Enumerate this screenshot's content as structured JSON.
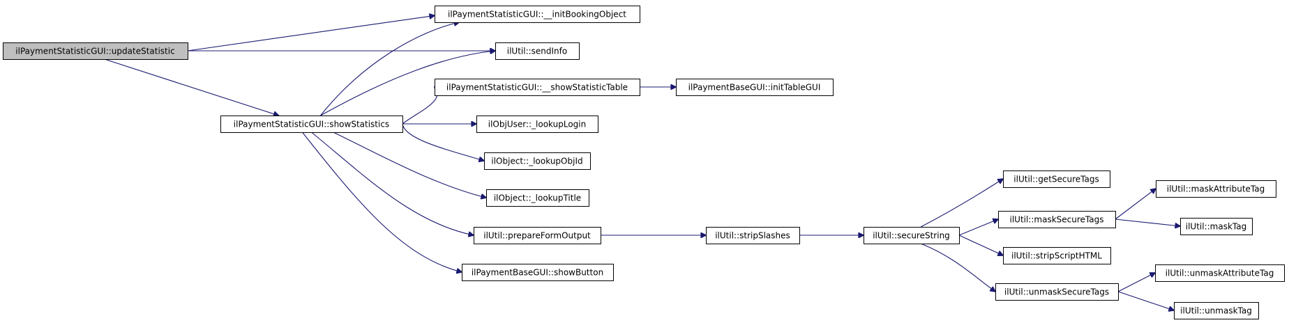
{
  "diagram": {
    "type": "call-graph",
    "colors": {
      "edge": "#191970",
      "root_fill": "#bfbfbf",
      "node_fill": "#ffffff",
      "border": "#000000"
    },
    "nodes": [
      {
        "id": "updateStatistic",
        "label": "ilPaymentStatisticGUI::updateStatistic",
        "root": true
      },
      {
        "id": "initBookingObject",
        "label": "ilPaymentStatisticGUI::__initBookingObject"
      },
      {
        "id": "sendInfo",
        "label": "ilUtil::sendInfo"
      },
      {
        "id": "showStatistics",
        "label": "ilPaymentStatisticGUI::showStatistics"
      },
      {
        "id": "showStatisticTable",
        "label": "ilPaymentStatisticGUI::__showStatisticTable"
      },
      {
        "id": "initTableGUI",
        "label": "ilPaymentBaseGUI::initTableGUI"
      },
      {
        "id": "lookupLogin",
        "label": "ilObjUser::_lookupLogin"
      },
      {
        "id": "lookupObjId",
        "label": "ilObject::_lookupObjId"
      },
      {
        "id": "lookupTitle",
        "label": "ilObject::_lookupTitle"
      },
      {
        "id": "prepareFormOutput",
        "label": "ilUtil::prepareFormOutput"
      },
      {
        "id": "showButton",
        "label": "ilPaymentBaseGUI::showButton"
      },
      {
        "id": "stripSlashes",
        "label": "ilUtil::stripSlashes"
      },
      {
        "id": "secureString",
        "label": "ilUtil::secureString"
      },
      {
        "id": "getSecureTags",
        "label": "ilUtil::getSecureTags"
      },
      {
        "id": "maskSecureTags",
        "label": "ilUtil::maskSecureTags"
      },
      {
        "id": "stripScriptHTML",
        "label": "ilUtil::stripScriptHTML"
      },
      {
        "id": "unmaskSecureTags",
        "label": "ilUtil::unmaskSecureTags"
      },
      {
        "id": "maskAttributeTag",
        "label": "ilUtil::maskAttributeTag"
      },
      {
        "id": "maskTag",
        "label": "ilUtil::maskTag"
      },
      {
        "id": "unmaskAttributeTag",
        "label": "ilUtil::unmaskAttributeTag"
      },
      {
        "id": "unmaskTag",
        "label": "ilUtil::unmaskTag"
      }
    ],
    "edges": [
      {
        "from": "updateStatistic",
        "to": "initBookingObject"
      },
      {
        "from": "updateStatistic",
        "to": "sendInfo"
      },
      {
        "from": "updateStatistic",
        "to": "showStatistics"
      },
      {
        "from": "showStatistics",
        "to": "initBookingObject"
      },
      {
        "from": "showStatistics",
        "to": "sendInfo"
      },
      {
        "from": "showStatistics",
        "to": "showStatisticTable"
      },
      {
        "from": "showStatistics",
        "to": "lookupLogin"
      },
      {
        "from": "showStatistics",
        "to": "lookupObjId"
      },
      {
        "from": "showStatistics",
        "to": "lookupTitle"
      },
      {
        "from": "showStatistics",
        "to": "prepareFormOutput"
      },
      {
        "from": "showStatistics",
        "to": "showButton"
      },
      {
        "from": "showStatisticTable",
        "to": "initTableGUI"
      },
      {
        "from": "prepareFormOutput",
        "to": "stripSlashes"
      },
      {
        "from": "stripSlashes",
        "to": "secureString"
      },
      {
        "from": "secureString",
        "to": "getSecureTags"
      },
      {
        "from": "secureString",
        "to": "maskSecureTags"
      },
      {
        "from": "secureString",
        "to": "stripScriptHTML"
      },
      {
        "from": "secureString",
        "to": "unmaskSecureTags"
      },
      {
        "from": "maskSecureTags",
        "to": "maskAttributeTag"
      },
      {
        "from": "maskSecureTags",
        "to": "maskTag"
      },
      {
        "from": "unmaskSecureTags",
        "to": "unmaskAttributeTag"
      },
      {
        "from": "unmaskSecureTags",
        "to": "unmaskTag"
      }
    ]
  }
}
